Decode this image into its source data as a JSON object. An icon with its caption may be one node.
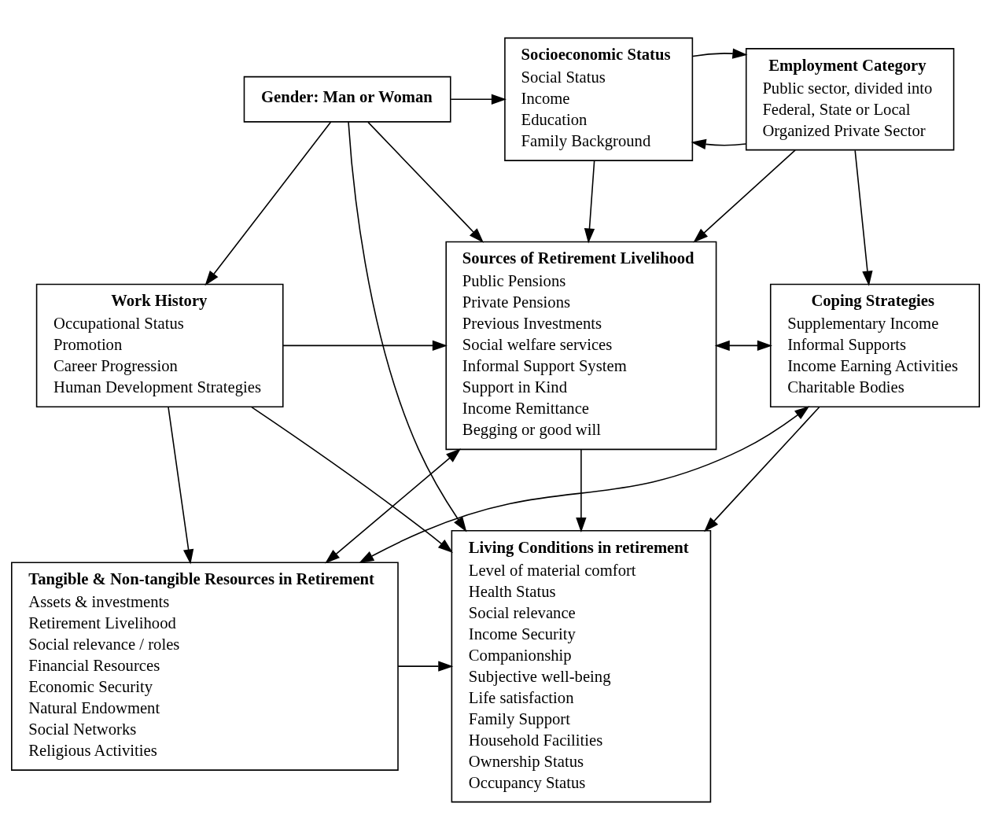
{
  "diagram": {
    "nodes": [
      {
        "text": [
          "Gender: Man or Woman"
        ]
      },
      {
        "text": [
          "Socioeconomic Status",
          "Social Status",
          "Income",
          "Education",
          "Family Background"
        ]
      },
      {
        "text": [
          "Employment Category",
          "Public sector, divided into",
          "Federal, State or Local",
          "Organized Private Sector"
        ]
      },
      {
        "text": [
          "Work History",
          "Occupational Status",
          "Promotion",
          "Career Progression",
          "Human Development Strategies"
        ]
      },
      {
        "text": [
          "Sources of Retirement Livelihood",
          "Public Pensions",
          "Private Pensions",
          "Previous Investments",
          "Social welfare services",
          "Informal Support System",
          "Support in Kind",
          "Income Remittance",
          "Begging or good will"
        ]
      },
      {
        "text": [
          "Coping Strategies",
          "Supplementary Income",
          "Informal Supports",
          "Income Earning Activities",
          "Charitable Bodies"
        ]
      },
      {
        "text": [
          "Tangible & Non-tangible Resources in Retirement",
          "Assets & investments",
          "Retirement Livelihood",
          "Social relevance / roles",
          "Financial Resources",
          "Economic Security",
          "Natural Endowment",
          "Social Networks",
          "Religious Activities"
        ]
      },
      {
        "text": [
          "Living Conditions in retirement",
          "Level of material comfort",
          "Health Status",
          "Social relevance",
          "Income Security",
          "Companionship",
          "Subjective well-being",
          "Life satisfaction",
          "Family Support",
          "Household Facilities",
          "Ownership Status",
          "Occupancy Status"
        ]
      }
    ],
    "edges": [
      {
        "from": 0,
        "to": 1,
        "arrow": "to"
      },
      {
        "from": 0,
        "to": 3,
        "arrow": "to"
      },
      {
        "from": 0,
        "to": 4,
        "arrow": "to"
      },
      {
        "from": 0,
        "to": 7,
        "arrow": "to"
      },
      {
        "from": 2,
        "to": 1,
        "arrow": "to"
      },
      {
        "from": 1,
        "to": 2,
        "arrow": "to"
      },
      {
        "from": 1,
        "to": 4,
        "arrow": "to"
      },
      {
        "from": 2,
        "to": 4,
        "arrow": "to"
      },
      {
        "from": 2,
        "to": 5,
        "arrow": "to"
      },
      {
        "from": 3,
        "to": 4,
        "arrow": "to"
      },
      {
        "from": 3,
        "to": 7,
        "arrow": "to"
      },
      {
        "from": 3,
        "to": 6,
        "arrow": "to"
      },
      {
        "from": 4,
        "to": 5,
        "arrow": "both"
      },
      {
        "from": 4,
        "to": 7,
        "arrow": "to"
      },
      {
        "from": 4,
        "to": 6,
        "arrow": "both"
      },
      {
        "from": 5,
        "to": 6,
        "arrow": "both"
      },
      {
        "from": 6,
        "to": 7,
        "arrow": "to"
      },
      {
        "from": 5,
        "to": 7,
        "arrow": "to"
      }
    ]
  }
}
